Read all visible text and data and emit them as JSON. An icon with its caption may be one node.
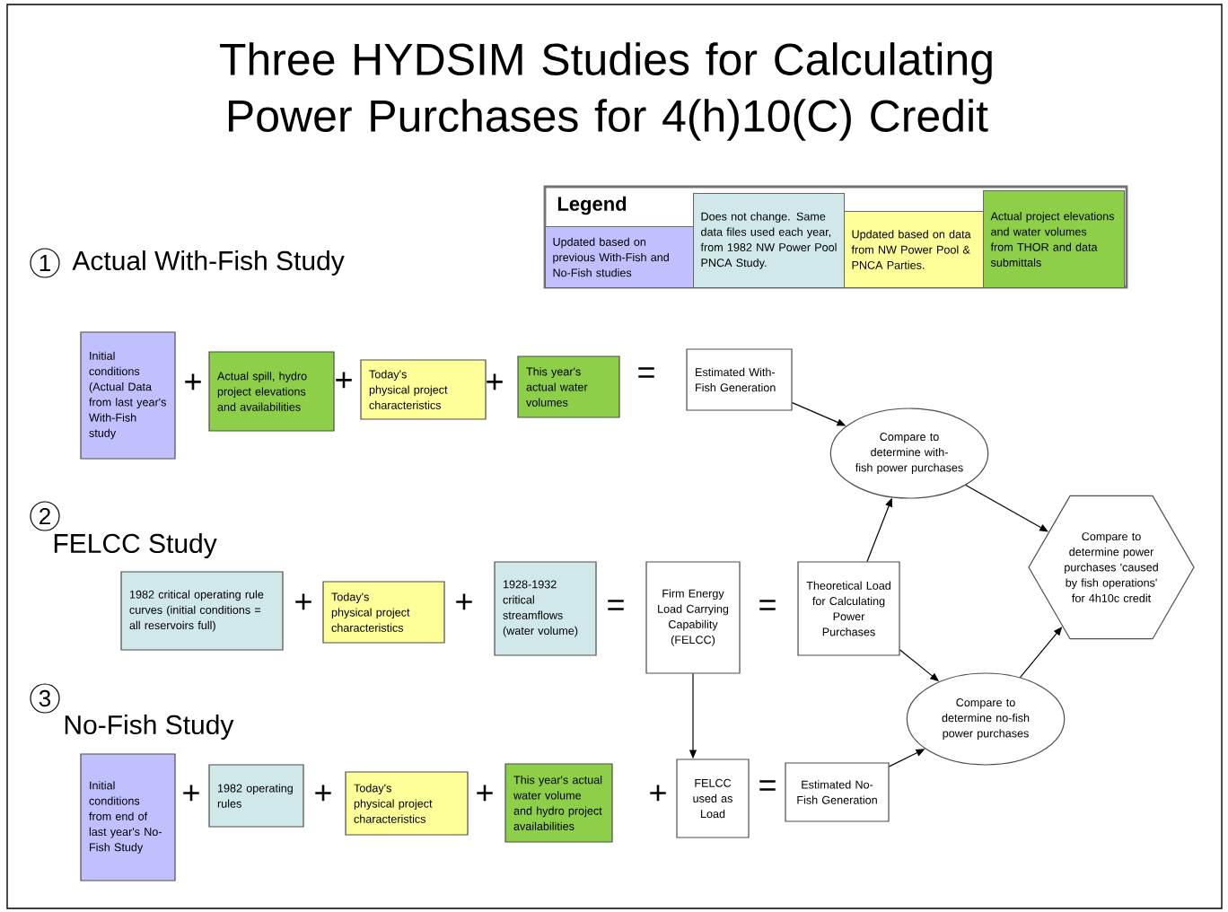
{
  "diagram": {
    "title": "Three HYDSIM Studies for Calculating Power Purchases for 4(h)10(C) Credit",
    "nodes": [
      {
        "text": [
          "Initial conditions (Actual Data from last year's With-Fish study"
        ]
      },
      {
        "text": [
          "Actual spill, hydro project elevations and availabilities"
        ]
      },
      {
        "text": [
          "Today's physical project characteristics"
        ]
      },
      {
        "text": [
          "This year's actual water volumes"
        ]
      },
      {
        "text": [
          "Estimated With-Fish Generation"
        ]
      },
      {
        "text": [
          "Compare to determine with-fish power purchases"
        ]
      },
      {
        "text": [
          "1982 critical operating rule curves (initial conditions = all reservoirs full)"
        ]
      },
      {
        "text": [
          "Today's physical project characteristics"
        ]
      },
      {
        "text": [
          "1928-1932 critical streamflows (water volume)"
        ]
      },
      {
        "text": [
          "Firm Energy Load Carrying Capability (FELCC)"
        ]
      },
      {
        "text": [
          "Theoretical Load for Calculating Power Purchases"
        ]
      },
      {
        "text": [
          "Compare to determine power purchases 'caused by fish operations' for 4h10c credit"
        ]
      },
      {
        "text": [
          "Compare to determine no-fish power purchases"
        ]
      },
      {
        "text": [
          "Initial conditions from end of last year's No-Fish Study"
        ]
      },
      {
        "text": [
          "1982 operating rules"
        ]
      },
      {
        "text": [
          "Today's physical project characteristics"
        ]
      },
      {
        "text": [
          "This year's actual water volume and hydro project availabilities"
        ]
      },
      {
        "text": [
          "FELCC used as Load"
        ]
      },
      {
        "text": [
          "Estimated No-Fish Generation"
        ]
      }
    ],
    "edges": [
      {
        "from": 4,
        "to": 5,
        "arrow": "to"
      },
      {
        "from": 10,
        "to": 5,
        "arrow": "to"
      },
      {
        "from": 5,
        "to": 11,
        "arrow": "to"
      },
      {
        "from": 10,
        "to": 12,
        "arrow": "to"
      },
      {
        "from": 18,
        "to": 12,
        "arrow": "to"
      },
      {
        "from": 12,
        "to": 11,
        "arrow": "to"
      },
      {
        "from": 9,
        "to": 17,
        "arrow": "to"
      }
    ],
    "labels": [
      "Legend",
      "1",
      "Actual With-Fish Study",
      "+",
      "+",
      "+",
      "=",
      "2",
      "FELCC Study",
      "+",
      "+",
      "=",
      "=",
      "3",
      "No-Fish Study",
      "+",
      "+",
      "+",
      "+",
      "="
    ],
    "legend": [
      {
        "text": "Updated based on previous With-Fish and No-Fish studies",
        "color": "#c0c0ff"
      },
      {
        "text": "Does not change. Same data files used each year, from 1982 NW Power Pool PNCA Study.",
        "color": "#d0e8ea"
      },
      {
        "text": "Updated based on data from NW Power Pool & PNCA Parties.",
        "color": "#ffff99"
      },
      {
        "text": "Actual project elevations and water volumes from THOR and data submittals",
        "color": "#8ecf4a"
      }
    ]
  }
}
